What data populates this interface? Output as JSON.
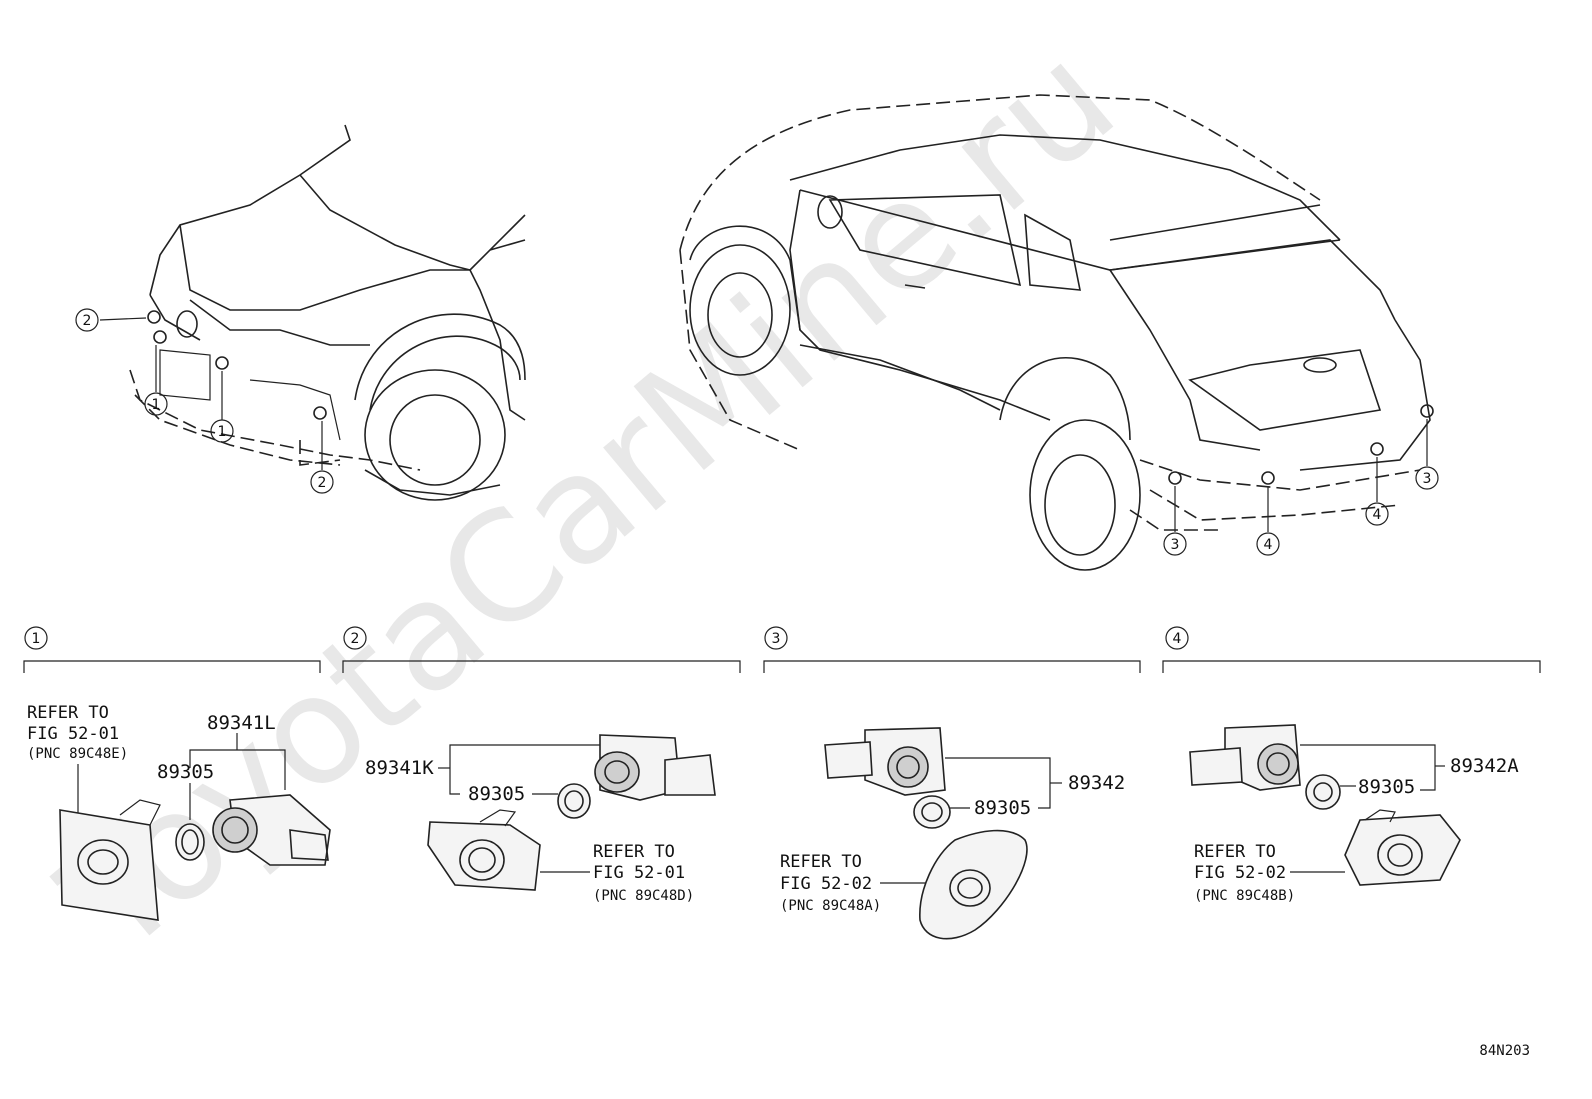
{
  "watermark": "ToyotaCarMine.ru",
  "figure_code": "84N203",
  "callouts": {
    "front": [
      "2",
      "1",
      "1",
      "2"
    ],
    "rear": [
      "3",
      "4",
      "4",
      "3"
    ]
  },
  "sections": [
    {
      "number": "1",
      "labels": {
        "assembly": "89341L",
        "ring": "89305",
        "refer_line1": "REFER TO",
        "refer_line2": "FIG 52-01",
        "refer_pnc": "(PNC 89C48E)"
      }
    },
    {
      "number": "2",
      "labels": {
        "assembly": "89341K",
        "ring": "89305",
        "refer_line1": "REFER TO",
        "refer_line2": "FIG 52-01",
        "refer_pnc": "(PNC 89C48D)"
      }
    },
    {
      "number": "3",
      "labels": {
        "assembly": "89342",
        "ring": "89305",
        "refer_line1": "REFER TO",
        "refer_line2": "FIG 52-02",
        "refer_pnc": "(PNC 89C48A)"
      }
    },
    {
      "number": "4",
      "labels": {
        "assembly": "89342A",
        "ring": "89305",
        "refer_line1": "REFER TO",
        "refer_line2": "FIG 52-02",
        "refer_pnc": "(PNC 89C48B)"
      }
    }
  ]
}
